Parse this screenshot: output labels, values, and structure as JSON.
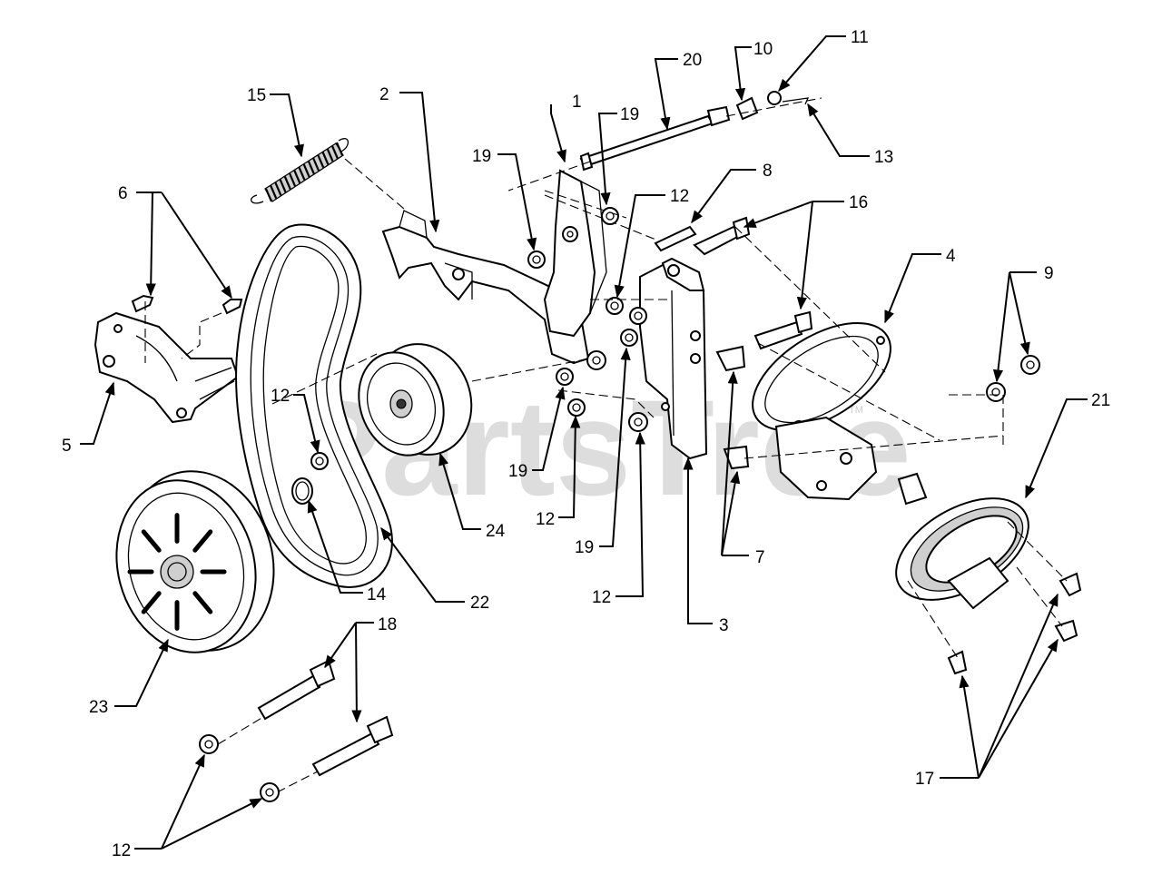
{
  "watermark": {
    "text": "PartsTree",
    "trademark": "TM"
  },
  "callouts": [
    {
      "id": "c1",
      "label": "1"
    },
    {
      "id": "c2",
      "label": "2"
    },
    {
      "id": "c3",
      "label": "3"
    },
    {
      "id": "c4",
      "label": "4"
    },
    {
      "id": "c5",
      "label": "5"
    },
    {
      "id": "c6",
      "label": "6"
    },
    {
      "id": "c7",
      "label": "7"
    },
    {
      "id": "c8",
      "label": "8"
    },
    {
      "id": "c9",
      "label": "9"
    },
    {
      "id": "c10",
      "label": "10"
    },
    {
      "id": "c11",
      "label": "11"
    },
    {
      "id": "c12a",
      "label": "12"
    },
    {
      "id": "c12b",
      "label": "12"
    },
    {
      "id": "c12c",
      "label": "12"
    },
    {
      "id": "c12d",
      "label": "12"
    },
    {
      "id": "c12e",
      "label": "12"
    },
    {
      "id": "c13",
      "label": "13"
    },
    {
      "id": "c14",
      "label": "14"
    },
    {
      "id": "c15",
      "label": "15"
    },
    {
      "id": "c16",
      "label": "16"
    },
    {
      "id": "c17",
      "label": "17"
    },
    {
      "id": "c18",
      "label": "18"
    },
    {
      "id": "c19a",
      "label": "19"
    },
    {
      "id": "c19b",
      "label": "19"
    },
    {
      "id": "c19c",
      "label": "19"
    },
    {
      "id": "c19d",
      "label": "19"
    },
    {
      "id": "c20",
      "label": "20"
    },
    {
      "id": "c21",
      "label": "21"
    },
    {
      "id": "c22",
      "label": "22"
    },
    {
      "id": "c23",
      "label": "23"
    },
    {
      "id": "c24",
      "label": "24"
    }
  ]
}
